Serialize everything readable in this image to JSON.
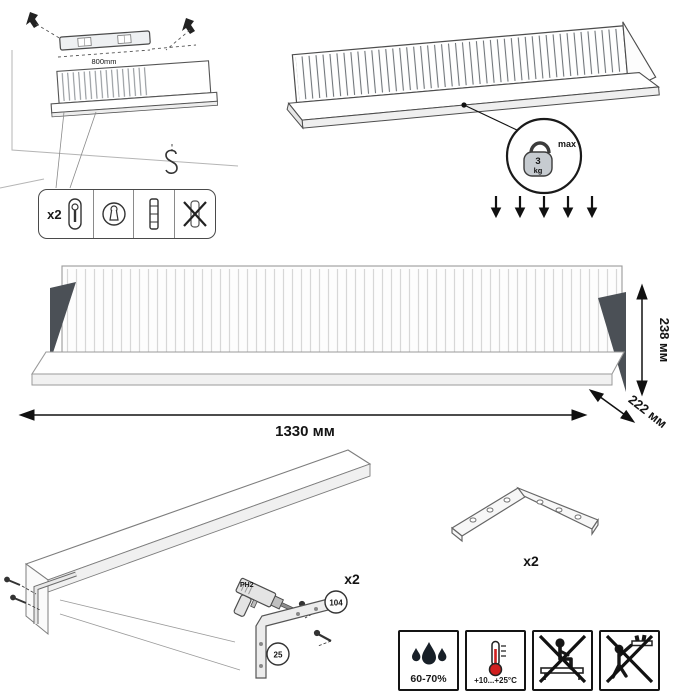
{
  "wall_mounting": {
    "distance_label": "800mm",
    "fasteners_qty": "x2"
  },
  "load_limit": {
    "weight_value": "3",
    "weight_unit": "kg",
    "max_label": "max"
  },
  "dimensions": {
    "width_label": "1330 мм",
    "height_label": "238 мм",
    "depth_label": "222 мм"
  },
  "assembly": {
    "qty_label": "x2",
    "bit_label": "PH2",
    "part_104": "104",
    "part_25": "25"
  },
  "bracket": {
    "qty_label": "x2"
  },
  "environment": {
    "humidity_label": "60-70%",
    "temperature_label": "+10...+25°C"
  },
  "icons": {
    "load": "kettlebell-icon",
    "humidity": "water-drops-icon",
    "temperature": "thermometer-icon",
    "warning_sit": "no-sitting-icon",
    "warning_climb": "no-climbing-icon",
    "tool": "drill-driver-icon",
    "leveling": "spirit-level-icon",
    "wall_fittings": [
      "keyhole-hanger-icon",
      "round-hanger-icon",
      "mounting-rail-icon",
      "crossed-out-fastener-icon"
    ]
  }
}
